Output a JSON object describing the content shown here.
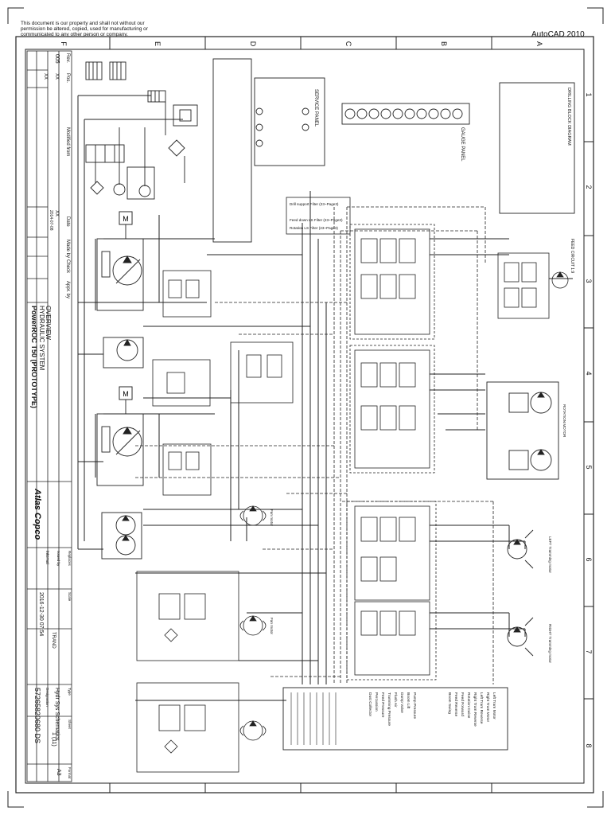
{
  "notice": "This document is our property and shall not without our permission be altered, copied, used for manufacturing or communicated to any other person or company.",
  "software": "AutoCAD 2010",
  "rows": [
    "F",
    "E",
    "D",
    "C",
    "B",
    "A"
  ],
  "cols": [
    "1",
    "2",
    "3",
    "4",
    "5",
    "6",
    "7",
    "8"
  ],
  "revision_table": {
    "headers": [
      "Rev.",
      "Pos.",
      "Modified from",
      "Date",
      "Made by",
      "Check",
      "Appr. by"
    ],
    "row1": [
      "005",
      "XX",
      "",
      "XX",
      "2014-07-08",
      "",
      "",
      ""
    ],
    "row2": [
      "",
      "XX",
      "",
      "",
      "",
      "",
      ""
    ]
  },
  "title_block": {
    "product": "PowerROC T50 (PROTOTYPE)",
    "system": "HYDRAULIC SYSTEM",
    "sheet_title": "OVERVIEW",
    "brand": "Atlas Copco",
    "drawing_no": "57265820680 DS",
    "date": "2016-12-30 07:54",
    "format": "A3",
    "sheet": "1 (11)",
    "status": "Internal",
    "type": "Hydr Sys Schematics",
    "designer": "TRAND",
    "label_replaces": "Replaces",
    "label_issued": "Issued by",
    "label_scale": "Scale",
    "label_type": "Type",
    "label_sheet": "Sheet",
    "label_format": "Format",
    "label_designation": "Designation"
  },
  "panels": {
    "service_panel": "SERVICE PANEL",
    "gauge_panel": "GAUGE PANEL",
    "feed_circuit": "FEED CIRCUIT 1:9",
    "drilling_page": "DRILLING BLOCK DIAGRAM"
  },
  "labels": {
    "drill_lc_filter": "Drill support Filter (23~Page3)",
    "feed_filter": "Feed down LS Filter (23~Page3)",
    "rotation_filter": "Rotation LS Filter (23~Page3)",
    "left_tramming": "LEFT Tramming motor",
    "right_tramming": "RIGHT Tramming motor",
    "rotation_motor": "ROTATION MOTOR",
    "fan_motor": "Fan motor",
    "motor": "M"
  },
  "legend": [
    "Left Tram Motor",
    "Right Tram Motor",
    "Left Tram Reverse",
    "Right Tram Reverse",
    "Rotation Cwise",
    "Feed Forward",
    "Feed Reverse",
    "Boom Swing",
    "Pump Pressure",
    "Boom Lift",
    "Dump Valve",
    "Flush Air",
    "Tramming Pressure",
    "Feed Pressure",
    "Percussion",
    "Dust Collector"
  ]
}
